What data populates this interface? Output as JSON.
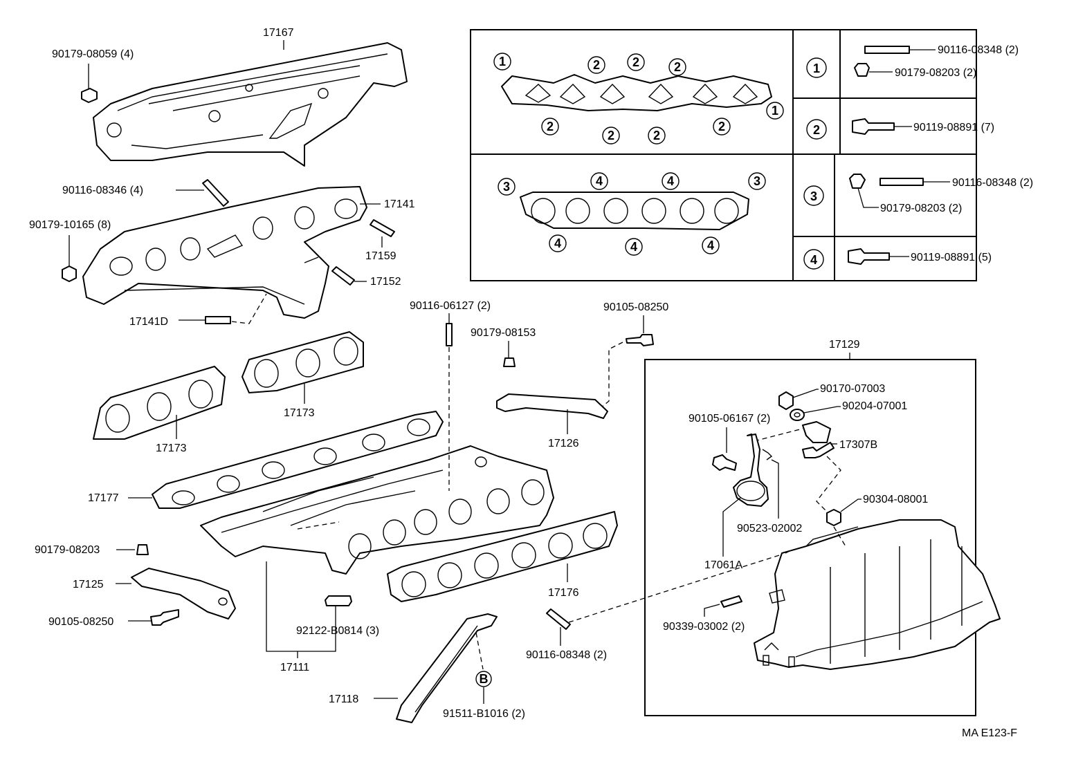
{
  "labels": {
    "p17167": "17167",
    "p90179_08059": "90179-08059 (4)",
    "p90116_08346": "90116-08346 (4)",
    "p17141": "17141",
    "p90179_10165": "90179-10165 (8)",
    "p17159": "17159",
    "p17152": "17152",
    "p17141D": "17141D",
    "p17173a": "17173",
    "p17173b": "17173",
    "p90116_06127": "90116-06127 (2)",
    "p90179_08153": "90179-08153",
    "p90105_08250_top": "90105-08250",
    "p17126": "17126",
    "p17177": "17177",
    "p90179_08203": "90179-08203",
    "p17125": "17125",
    "p90105_08250_bot": "90105-08250",
    "p92122": "92122-B0814 (3)",
    "p17111": "17111",
    "p17176": "17176",
    "p90116_08348_mid": "90116-08348 (2)",
    "p17118": "17118",
    "p91511": "91511-B1016 (2)",
    "p17129": "17129",
    "p90170": "90170-07003",
    "p90204": "90204-07001",
    "p90105_06167": "90105-06167 (2)",
    "p17307B": "17307B",
    "p90304": "90304-08001",
    "p90523": "90523-02002",
    "p17061A": "17061A",
    "p90339": "90339-03002 (2)",
    "code": "MA E123-F"
  },
  "callouts": {
    "one": "1",
    "two": "2",
    "three": "3",
    "four": "4",
    "b": "B"
  },
  "legend": {
    "r1_a": "90116-08348 (2)",
    "r1_b": "90179-08203 (2)",
    "r2_a": "90119-08891 (7)",
    "r3_a": "90116-08348 (2)",
    "r3_b": "90179-08203 (2)",
    "r4_a": "90119-08891 (5)"
  }
}
